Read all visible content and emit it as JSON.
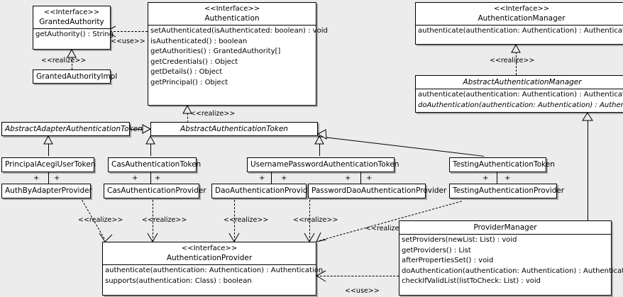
{
  "diagram": {
    "type": "uml-class-diagram",
    "background_color": "#ececec",
    "box_fill": "#ffffff",
    "line_color": "#000000",
    "stereotype_interface": "<<Interface>>",
    "stereotype_realize": "<<realize>>",
    "stereotype_use": "<<use>>",
    "multiplicity_marker": "+"
  },
  "classes": {
    "granted_authority": {
      "stereotype": "<<Interface>>",
      "name": "GrantedAuthority",
      "operations": [
        "getAuthority() : String"
      ]
    },
    "granted_authority_impl": {
      "name": "GrantedAuthorityImpl",
      "operations": []
    },
    "authentication": {
      "stereotype": "<<Interface>>",
      "name": "Authentication",
      "operations": [
        "setAuthenticated(isAuthenticated: boolean) : void",
        "isAuthenticated() : boolean",
        "getAuthorities() : GrantedAuthority[]",
        "getCredentials() : Object",
        "getDetails() : Object",
        "getPrincipal() : Object"
      ]
    },
    "authentication_manager": {
      "stereotype": "<<Interface>>",
      "name": "AuthenticationManager",
      "operations": [
        "authenticate(authentication: Authentication) : Authentication"
      ]
    },
    "abstract_authentication_manager": {
      "name": "AbstractAuthenticationManager",
      "abstract": true,
      "operations": [
        "authenticate(authentication: Authentication) : Authentication",
        "doAuthentication(authentication: Authentication) : Authentication"
      ],
      "abstract_operations": [
        "doAuthentication(authentication: Authentication) : Authentication"
      ]
    },
    "abstract_adapter_authentication_token": {
      "name": "AbstractAdapterAuthenticationToken",
      "abstract": true,
      "operations": []
    },
    "abstract_authentication_token": {
      "name": "AbstractAuthenticationToken",
      "abstract": true,
      "operations": []
    },
    "principal_acegi_user_token": {
      "name": "PrincipalAcegiUserToken",
      "operations": []
    },
    "cas_authentication_token": {
      "name": "CasAuthenticationToken",
      "operations": []
    },
    "username_password_authentication_token": {
      "name": "UsernamePasswordAuthenticationToken",
      "operations": []
    },
    "testing_authentication_token": {
      "name": "TestingAuthenticationToken",
      "operations": []
    },
    "auth_by_adapter_provider": {
      "name": "AuthByAdapterProvider",
      "operations": []
    },
    "cas_authentication_provider": {
      "name": "CasAuthenticationProvider",
      "operations": []
    },
    "dao_authentication_provider": {
      "name": "DaoAuthenticationProvider",
      "operations": []
    },
    "password_dao_authentication_provider": {
      "name": "PasswordDaoAuthenticationProvider",
      "operations": []
    },
    "testing_authentication_provider": {
      "name": "TestingAuthenticationProvider",
      "operations": []
    },
    "authentication_provider": {
      "stereotype": "<<Interface>>",
      "name": "AuthenticationProvider",
      "operations": [
        "authenticate(authentication: Authentication) : Authentication",
        "supports(authentication: Class) : boolean"
      ]
    },
    "provider_manager": {
      "name": "ProviderManager",
      "operations": [
        "setProviders(newList: List) : void",
        "getProviders() : List",
        "afterPropertiesSet() : void",
        "doAuthentication(authentication: Authentication) : Authentication",
        "checkIfValidList(listToCheck: List) : void"
      ]
    }
  },
  "relationship_labels": {
    "use_authentication_granted_authority": "<<use>>",
    "realize_granted_authority_impl": "<<realize>>",
    "realize_abstract_authentication_token": "<<realize>>",
    "realize_abstract_authentication_manager": "<<realize>>",
    "realize_auth_by_adapter_provider": "<<realize>>",
    "realize_cas_authentication_provider": "<<realize>>",
    "realize_dao_authentication_provider": "<<realize>>",
    "realize_password_dao_authentication_provider": "<<realize>>",
    "realize_testing_authentication_provider": "<<realize>>",
    "use_provider_manager_authentication_provider": "<<use>>"
  },
  "multiplicities": {
    "principal_left": "+",
    "principal_right": "+",
    "cas_left": "+",
    "cas_right": "+",
    "username_left": "+",
    "username_right": "+",
    "username_left2": "+",
    "username_right2": "+",
    "testing_left": "+",
    "testing_right": "+"
  }
}
